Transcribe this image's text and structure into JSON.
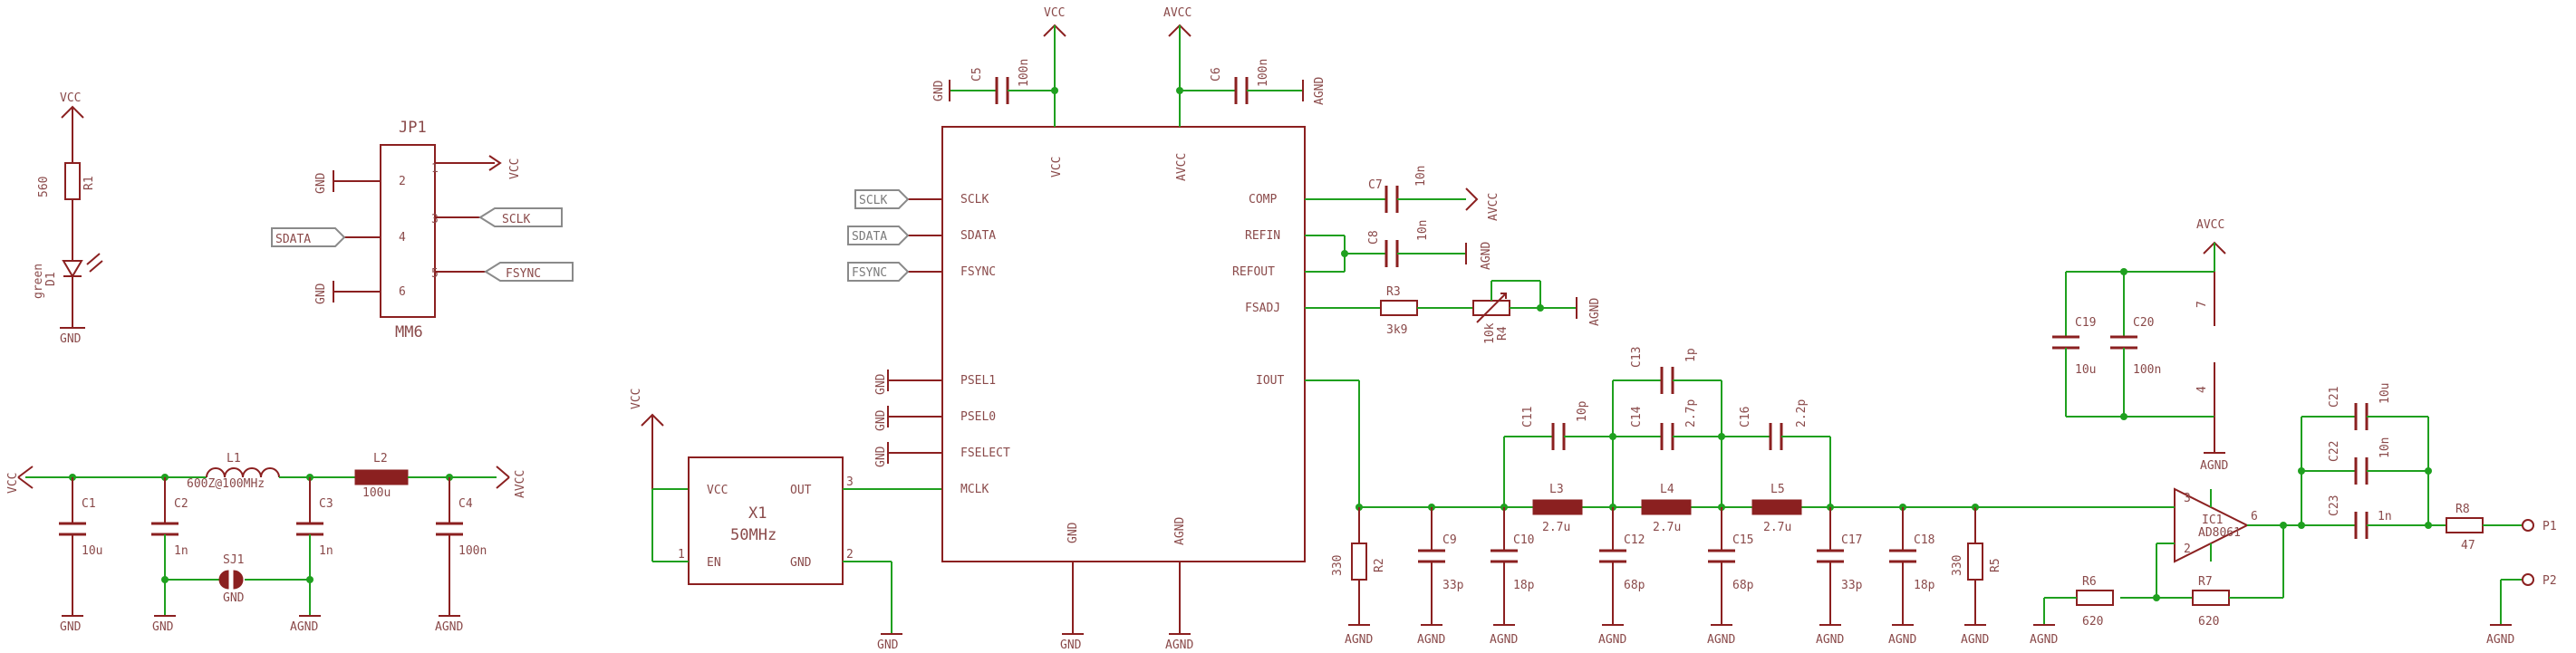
{
  "power": {
    "vcc": "VCC",
    "avcc": "AVCC",
    "gnd": "GND",
    "agnd": "AGND"
  },
  "jp1": {
    "name": "JP1",
    "value": "MM6",
    "pins": [
      "1",
      "2",
      "3",
      "4",
      "5",
      "6"
    ],
    "nets": {
      "vcc": "VCC",
      "sclk": "SCLK",
      "sdata": "SDATA",
      "fsync": "FSYNC",
      "gnd": "GND"
    }
  },
  "led": {
    "res_name": "R1",
    "res_value": "560",
    "name": "D1",
    "color": "green"
  },
  "input_filter": {
    "c1": "C1",
    "c1v": "10u",
    "c2": "C2",
    "c2v": "1n",
    "c3": "C3",
    "c3v": "1n",
    "c4": "C4",
    "c4v": "100n",
    "l1": "L1",
    "l1v": "600Z@100MHz",
    "l2": "L2",
    "l2v": "100u",
    "sj1": "SJ1"
  },
  "osc": {
    "name": "X1",
    "value": "50MHz",
    "vcc": "VCC",
    "en": "EN",
    "out": "OUT",
    "gnd": "GND",
    "pin_out": "3",
    "pin_en": "1",
    "pin_gnd": "2"
  },
  "dds": {
    "pins_left": [
      "SCLK",
      "SDATA",
      "FSYNC",
      "PSEL1",
      "PSEL0",
      "FSELECT",
      "MCLK"
    ],
    "pins_right": [
      "COMP",
      "REFIN",
      "REFOUT",
      "FSADJ",
      "IOUT"
    ],
    "pin_top_vcc": "VCC",
    "pin_top_avcc": "AVCC",
    "pin_bot_gnd": "GND",
    "pin_bot_agnd": "AGND"
  },
  "top_caps": {
    "c5": "C5",
    "c5v": "100n",
    "c6": "C6",
    "c6v": "100n"
  },
  "ref": {
    "c7": "C7",
    "c7v": "10n",
    "c8": "C8",
    "c8v": "10n",
    "r3": "R3",
    "r3v": "3k9",
    "r4": "R4",
    "r4v": "10k"
  },
  "lpf": {
    "r2": "R2",
    "r2v": "330",
    "c9": "C9",
    "c9v": "33p",
    "c10": "C10",
    "c10v": "18p",
    "c11": "C11",
    "c11v": "10p",
    "c12": "C12",
    "c12v": "68p",
    "c13": "C13",
    "c13v": "1p",
    "c14": "C14",
    "c14v": "2.7p",
    "c15": "C15",
    "c15v": "68p",
    "c16": "C16",
    "c16v": "2.2p",
    "c17": "C17",
    "c17v": "33p",
    "c18": "C18",
    "c18v": "18p",
    "r5": "R5",
    "r5v": "330",
    "l3": "L3",
    "l3v": "2.7u",
    "l4": "L4",
    "l4v": "2.7u",
    "l5": "L5",
    "l5v": "2.7u"
  },
  "amp": {
    "ic": "IC1",
    "part": "AD8061",
    "out_pin": "6",
    "in_pin": "3",
    "inv_pin": "2",
    "pin7": "7",
    "pin4": "4",
    "c19": "C19",
    "c19v": "10u",
    "c20": "C20",
    "c20v": "100n",
    "c21": "C21",
    "c21v": "10u",
    "c22": "C22",
    "c22v": "10n",
    "c23": "C23",
    "c23v": "1n",
    "r6": "R6",
    "r6v": "620",
    "r7": "R7",
    "r7v": "620",
    "r8": "R8",
    "r8v": "47",
    "p1": "P1",
    "p2": "P2"
  }
}
